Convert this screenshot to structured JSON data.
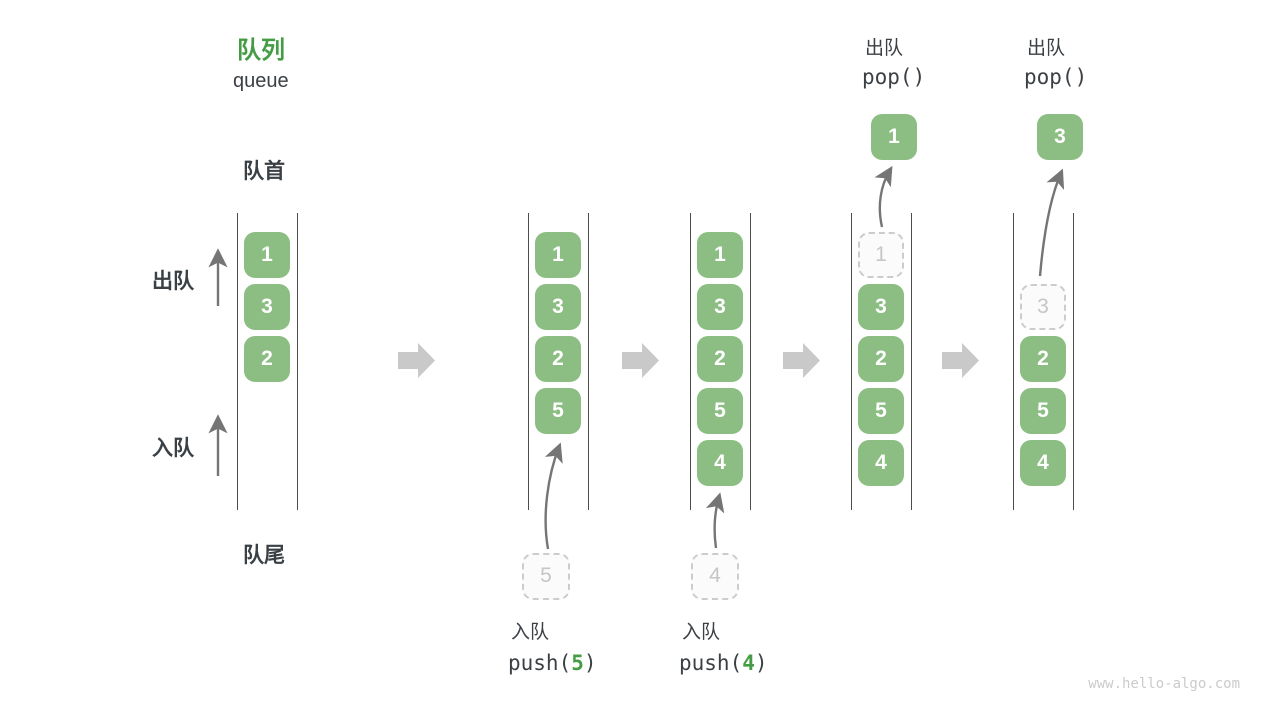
{
  "title": {
    "cn": "队列",
    "en": "queue"
  },
  "labels": {
    "front": "队首",
    "rear": "队尾",
    "side_dequeue": "出队",
    "side_enqueue": "入队"
  },
  "ops": {
    "push5": {
      "label": "入队",
      "code_pre": "push(",
      "arg": "5",
      "code_post": ")"
    },
    "push4": {
      "label": "入队",
      "code_pre": "push(",
      "arg": "4",
      "code_post": ")"
    },
    "pop1": {
      "label": "出队",
      "code": "pop()"
    },
    "pop3": {
      "label": "出队",
      "code": "pop()"
    }
  },
  "queues": {
    "q1": {
      "s0": "1",
      "s1": "3",
      "s2": "2"
    },
    "q2": {
      "s0": "1",
      "s1": "3",
      "s2": "2",
      "s3": "5"
    },
    "q3": {
      "s0": "1",
      "s1": "3",
      "s2": "2",
      "s3": "5",
      "s4": "4"
    },
    "q4": {
      "s0_ghost": "1",
      "s1": "3",
      "s2": "2",
      "s3": "5",
      "s4": "4"
    },
    "q5": {
      "s1_ghost": "3",
      "s2": "2",
      "s3": "5",
      "s4": "4"
    }
  },
  "floating": {
    "incoming_q2": "5",
    "incoming_q3": "4",
    "popped_q4": "1",
    "popped_q5": "3"
  },
  "watermark": "www.hello-algo.com",
  "colors": {
    "cell-green": "#8CBE84",
    "accent-green": "#449C44",
    "text-dark": "#3B4045",
    "ghost-border": "#CCCCCC",
    "ghost-text": "#C6C6C6",
    "ghost-bg": "#FBFBFB",
    "thin-arrow": "#757575",
    "block-arrow": "#C9C9C9",
    "wall": "#4D4D4D",
    "watermark-gray": "#CBCBCB"
  }
}
